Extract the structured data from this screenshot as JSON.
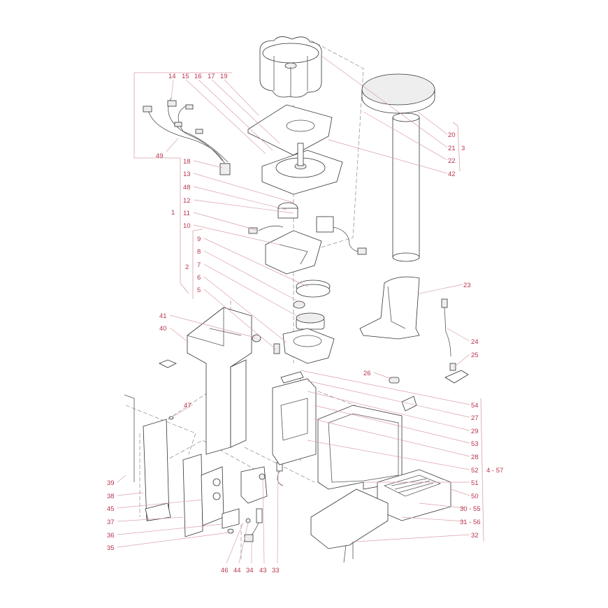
{
  "diagram": {
    "label_color": "#b8344c",
    "labels": {
      "l14": "14",
      "l15": "15",
      "l16": "16",
      "l17": "17",
      "l19": "19",
      "l20": "20",
      "l21": "21",
      "l3": "3",
      "l22": "22",
      "l42": "42",
      "l49": "49",
      "l18": "18",
      "l13": "13",
      "l48": "48",
      "l12": "12",
      "l1": "1",
      "l11": "11",
      "l10": "10",
      "l9": "9",
      "l8": "8",
      "l7": "7",
      "l2": "2",
      "l6": "6",
      "l5": "5",
      "l23": "23",
      "l41": "41",
      "l40": "40",
      "l24": "24",
      "l25": "25",
      "l26": "26",
      "l54": "54",
      "l27": "27",
      "l29": "29",
      "l53": "53",
      "l28": "28",
      "l52": "52",
      "l4_57": "4 - 57",
      "l51": "51",
      "l50": "50",
      "l30_55": "30 - 55",
      "l31_56": "31 - 56",
      "l32": "32",
      "l47": "47",
      "l39": "39",
      "l38": "38",
      "l45": "45",
      "l37": "37",
      "l36": "36",
      "l35": "35",
      "l46": "46",
      "l44": "44",
      "l34": "34",
      "l43": "43",
      "l33": "33"
    }
  }
}
